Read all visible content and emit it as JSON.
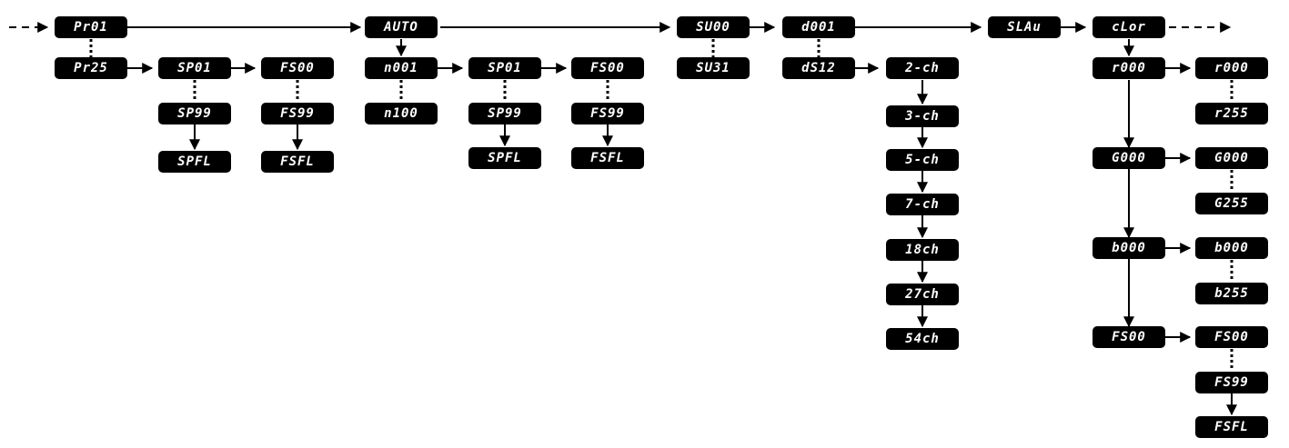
{
  "colors": {
    "box": "#000000",
    "text": "#ffffff",
    "line": "#000000"
  },
  "menu": {
    "program": {
      "first": "Pr01",
      "last": "Pr25",
      "speed": {
        "first": "SP01",
        "last": "SP99",
        "end": "SPFL"
      },
      "fade": {
        "first": "FS00",
        "last": "FS99",
        "end": "FSFL"
      }
    },
    "auto": {
      "label": "AUTO",
      "first": "n001",
      "last": "n100",
      "speed": {
        "first": "SP01",
        "last": "SP99",
        "end": "SPFL"
      },
      "fade": {
        "first": "FS00",
        "last": "FS99",
        "end": "FSFL"
      }
    },
    "sound": {
      "first": "SU00",
      "last": "SU31"
    },
    "dmx": {
      "first": "d001",
      "last": "dS12",
      "channels": [
        "2-ch",
        "3-ch",
        "5-ch",
        "7-ch",
        "18ch",
        "27ch",
        "54ch"
      ]
    },
    "slave": {
      "label": "SLAu"
    },
    "color": {
      "label": "cLor",
      "red": {
        "label": "r000",
        "first": "r000",
        "last": "r255"
      },
      "green": {
        "label": "G000",
        "first": "G000",
        "last": "G255"
      },
      "blue": {
        "label": "b000",
        "first": "b000",
        "last": "b255"
      },
      "fade": {
        "label": "FS00",
        "first": "FS00",
        "last": "FS99",
        "end": "FSFL"
      }
    }
  }
}
